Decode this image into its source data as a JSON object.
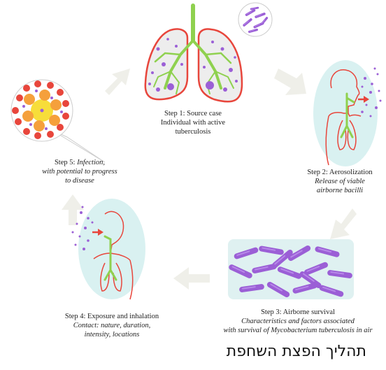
{
  "steps": [
    {
      "line1": "Step 1: Source case",
      "line2": "Individual with active",
      "line3": "tuberculosis"
    },
    {
      "line1": "Step 2: Aerosolization",
      "line2": "Release of viable",
      "line3": "airborne bacilli"
    },
    {
      "line1": "Step 3: Airborne survival",
      "line2": "Characteristics and factors associated",
      "line3_prefix": "with survival of ",
      "line3_italic": "Mycobacterium tuberculosis",
      "line3_suffix": " in air"
    },
    {
      "line1": "Step 4: Exposure and inhalation",
      "line2": "Contact: nature, duration,",
      "line3": "intensity, locations"
    },
    {
      "line1_prefix": "Step 5: ",
      "line1_italic": "Infection,",
      "line2": "with potential to progress",
      "line3": "to disease"
    }
  ],
  "footer_title": "תהליך הפצת השחפת",
  "colors": {
    "lung_outline": "#e8463c",
    "lung_fill": "#ededed",
    "airway": "#8fd14f",
    "bacilli": "#9b5fd6",
    "head_bg": "#d9f1f1",
    "arrow": "#eeeee8",
    "cell_red": "#e8463c",
    "cell_orange": "#f5a03c",
    "cell_yellow": "#f7dd3a"
  }
}
